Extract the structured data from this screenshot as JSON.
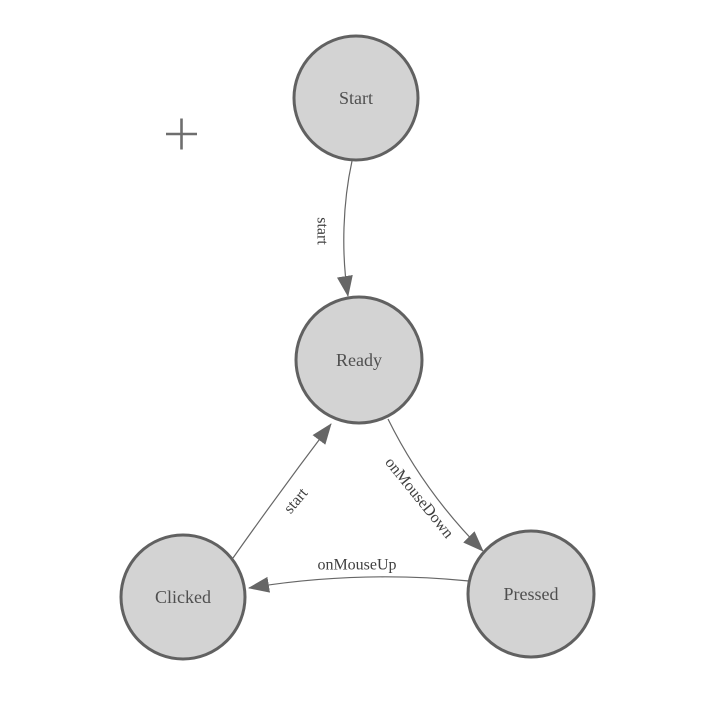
{
  "diagram": {
    "nodes": [
      {
        "id": "Start",
        "label": "Start"
      },
      {
        "id": "Ready",
        "label": "Ready"
      },
      {
        "id": "Clicked",
        "label": "Clicked"
      },
      {
        "id": "Pressed",
        "label": "Pressed"
      }
    ],
    "edges": [
      {
        "from": "Start",
        "to": "Ready",
        "label": "start"
      },
      {
        "from": "Ready",
        "to": "Pressed",
        "label": "onMouseDown"
      },
      {
        "from": "Pressed",
        "to": "Clicked",
        "label": "onMouseUp"
      },
      {
        "from": "Clicked",
        "to": "Ready",
        "label": "start"
      }
    ]
  },
  "icons": {
    "cursor": "crosshair-icon",
    "arrowhead": "arrowhead-icon"
  },
  "colors": {
    "background": "#ffffff",
    "node_fill": "#d3d3d3",
    "node_stroke": "#616161",
    "edge_stroke": "#666666",
    "node_text": "#4f4f4f",
    "edge_text": "#404040",
    "cursor": "#6e6e6e"
  }
}
